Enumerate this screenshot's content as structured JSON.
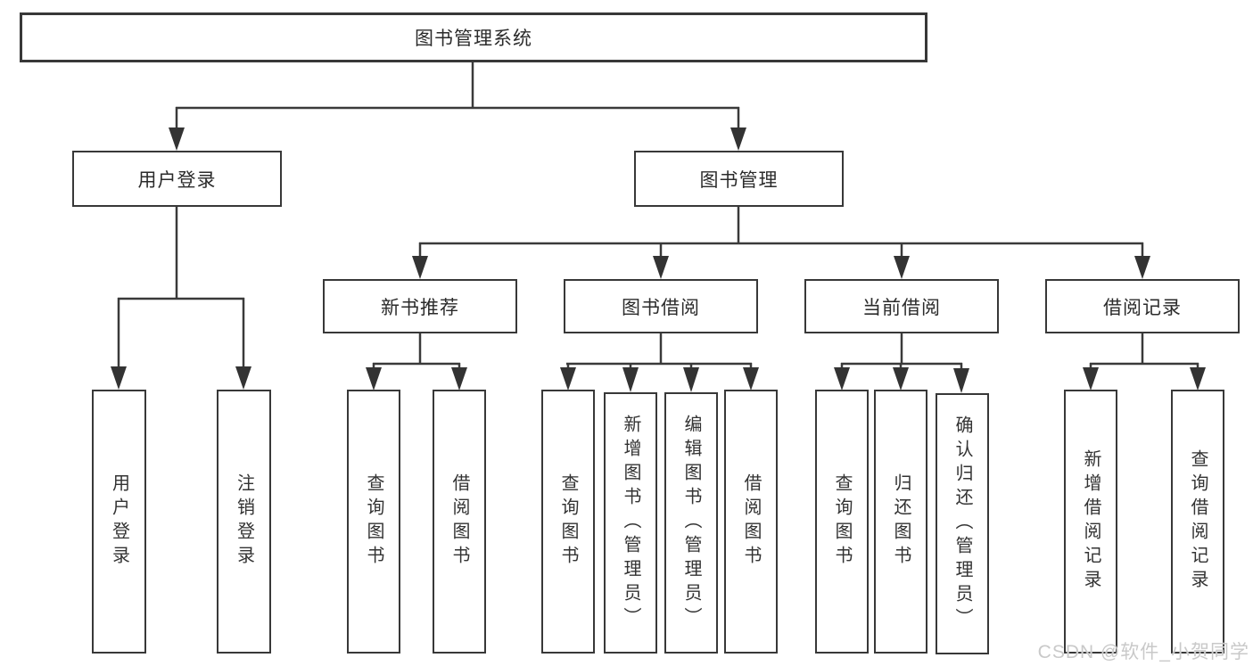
{
  "diagram_title": "图书管理系统",
  "tree": {
    "root": {
      "label": "图书管理系统",
      "children": [
        {
          "label": "用户登录",
          "children": [
            {
              "label": "用户登录"
            },
            {
              "label": "注销登录"
            }
          ]
        },
        {
          "label": "图书管理",
          "children": [
            {
              "label": "新书推荐",
              "children": [
                {
                  "label": "查询图书"
                },
                {
                  "label": "借阅图书"
                }
              ]
            },
            {
              "label": "图书借阅",
              "children": [
                {
                  "label": "查询图书"
                },
                {
                  "label": "新增图书（管理员）"
                },
                {
                  "label": "编辑图书（管理员）"
                },
                {
                  "label": "借阅图书"
                }
              ]
            },
            {
              "label": "当前借阅",
              "children": [
                {
                  "label": "查询图书"
                },
                {
                  "label": "归还图书"
                },
                {
                  "label": "确认归还（管理员）"
                }
              ]
            },
            {
              "label": "借阅记录",
              "children": [
                {
                  "label": "新增借阅记录"
                },
                {
                  "label": "查询借阅记录"
                }
              ]
            }
          ]
        }
      ]
    }
  },
  "watermark": {
    "text": "CSDN @软件_小贺同学",
    "color": "#c9c9c9"
  },
  "colors": {
    "background": "#ffffff",
    "box_border": "#383838",
    "connector_line": "#3a3a3a",
    "text": "#2b2b2b",
    "watermark": "#c9c9c9"
  }
}
